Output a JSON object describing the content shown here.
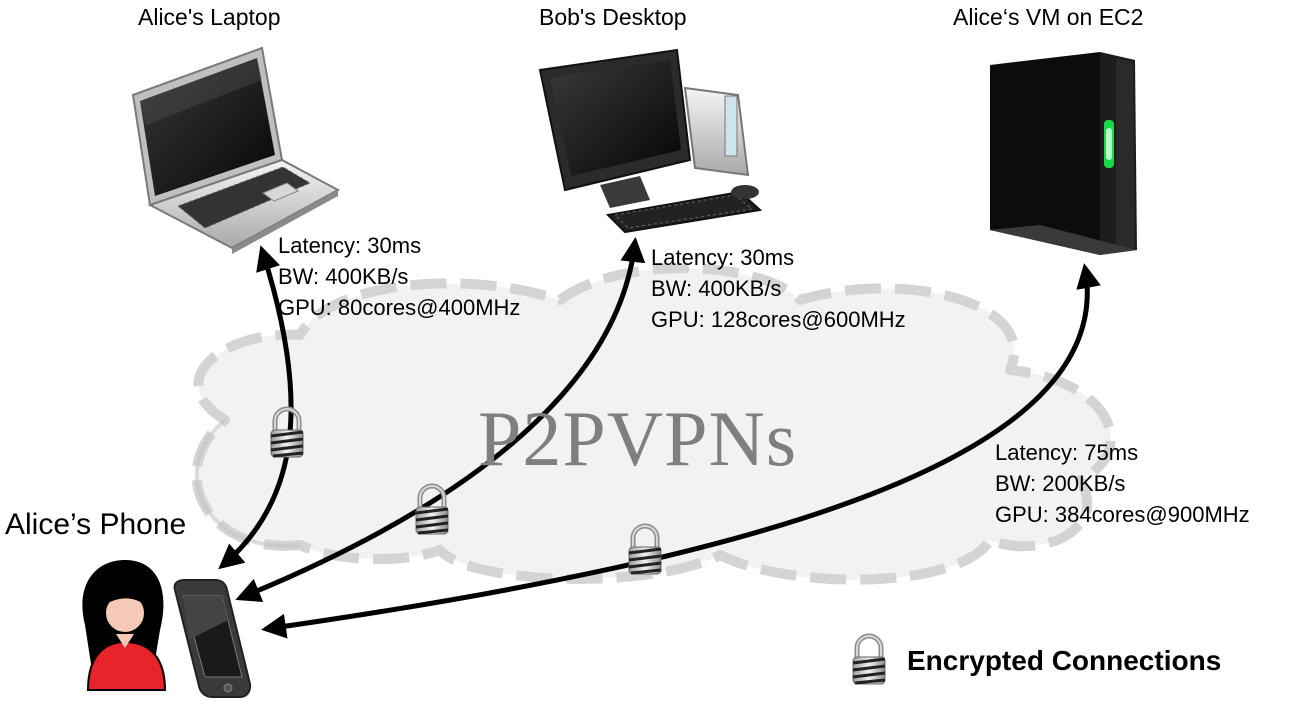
{
  "nodes": {
    "laptop": {
      "title": "Alice's Laptop",
      "latency": "Latency: 30ms",
      "bandwidth": "BW: 400KB/s",
      "gpu": "GPU: 80cores@400MHz"
    },
    "desktop": {
      "title": "Bob's Desktop",
      "latency": "Latency: 30ms",
      "bandwidth": "BW: 400KB/s",
      "gpu": "GPU: 128cores@600MHz"
    },
    "vm": {
      "title": "Alice‘s VM on EC2",
      "latency": "Latency: 75ms",
      "bandwidth": "BW: 200KB/s",
      "gpu": "GPU: 384cores@900MHz"
    },
    "phone": {
      "title": "Alice’s Phone"
    }
  },
  "cloud": {
    "label": "P2PVPNs"
  },
  "legend": {
    "label": "Encrypted Connections",
    "icon": "padlock-icon"
  },
  "colors": {
    "cloud_outline": "#d9d9d9",
    "cloud_fill": "#f2f2f2",
    "server_light": "#19d84a",
    "avatar_shirt": "#e8242b"
  }
}
